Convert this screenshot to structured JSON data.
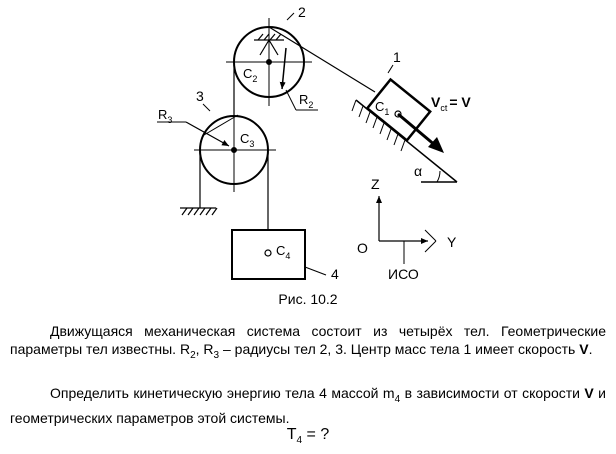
{
  "figure": {
    "labels": {
      "body1": "1",
      "body2": "2",
      "body3": "3",
      "body4": "4",
      "c1_main": "C",
      "c1_sub": "1",
      "c2_main": "C",
      "c2_sub": "2",
      "c3_main": "C",
      "c3_sub": "3",
      "c4_main": "C",
      "c4_sub": "4",
      "r2_main": "R",
      "r2_sub": "2",
      "r3_main": "R",
      "r3_sub": "3",
      "velocity_main": "V",
      "velocity_sub": "ct",
      "velocity_rhs": "= V",
      "alpha": "α",
      "axis_z": "Z",
      "axis_o": "O",
      "axis_y": "Y",
      "frame": "ИСО"
    }
  },
  "caption": "Рис. 10.2",
  "text": {
    "p1_a": "Движущаяся механическая система состоит из четырёх тел. Геометрические параметры тел известны. R",
    "p1_r2sub": "2",
    "p1_b": ", R",
    "p1_r3sub": "3",
    "p1_c": " – радиусы тел 2, 3. Центр масс тела 1 имеет скорость ",
    "p1_v": "V",
    "p1_d": ".",
    "p2_a": "Определить кинетическую энергию тела 4 массой m",
    "p2_msub": "4",
    "p2_b": " в зависимости от скорости ",
    "p2_v": "V",
    "p2_c": " и геометрических параметров этой системы."
  },
  "question": {
    "main": "T",
    "sub": "4",
    "rest": " = ?"
  }
}
